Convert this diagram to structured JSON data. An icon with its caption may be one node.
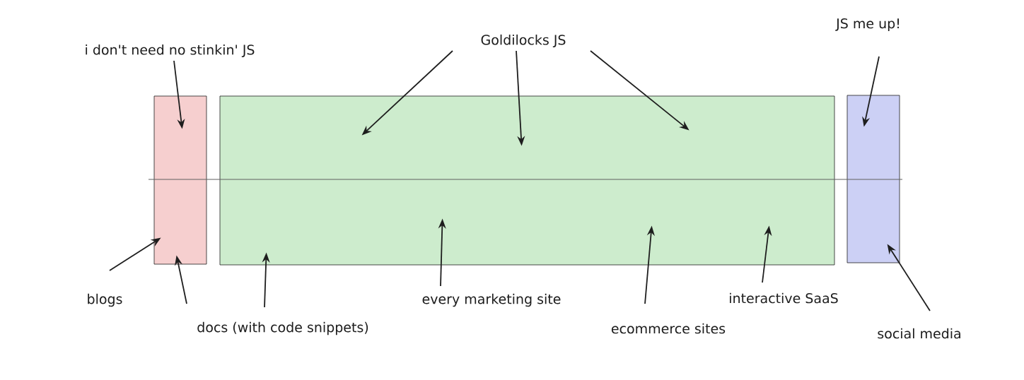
{
  "diagram": {
    "nodes": [
      {
        "text": [],
        "shape": "box"
      },
      {
        "text": [],
        "shape": "box"
      },
      {
        "text": [],
        "shape": "box"
      },
      {
        "text": [
          "i don't need no stinkin' JS"
        ]
      },
      {
        "text": [
          "Goldilocks JS"
        ]
      },
      {
        "text": [
          "JS me up!"
        ]
      },
      {
        "text": [
          "blogs"
        ]
      },
      {
        "text": [
          "docs (with code snippets)"
        ]
      },
      {
        "text": [
          "every marketing site"
        ]
      },
      {
        "text": [
          "ecommerce sites"
        ]
      },
      {
        "text": [
          "interactive SaaS"
        ]
      },
      {
        "text": [
          "social media"
        ]
      }
    ],
    "edges": [
      {
        "from": 3,
        "to": 0,
        "arrow": "to"
      },
      {
        "from": 4,
        "to": 1,
        "arrow": "to"
      },
      {
        "from": 4,
        "to": 1,
        "arrow": "to"
      },
      {
        "from": 4,
        "to": 1,
        "arrow": "to"
      },
      {
        "from": 5,
        "to": 2,
        "arrow": "to"
      },
      {
        "from": 6,
        "to": 0,
        "arrow": "to"
      },
      {
        "from": 7,
        "to": 0,
        "arrow": "to"
      },
      {
        "from": 7,
        "to": 1,
        "arrow": "to"
      },
      {
        "from": 8,
        "to": 1,
        "arrow": "to"
      },
      {
        "from": 9,
        "to": 1,
        "arrow": "to"
      },
      {
        "from": 10,
        "to": 1,
        "arrow": "to"
      },
      {
        "from": 11,
        "to": 2,
        "arrow": "to"
      }
    ]
  }
}
